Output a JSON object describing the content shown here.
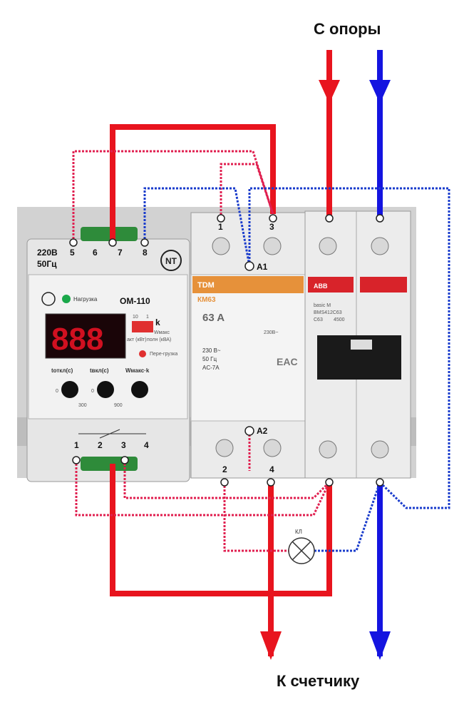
{
  "labels": {
    "top": "С опоры",
    "bottom": "К счетчику",
    "lamp": "КЛ",
    "a1": "A1",
    "a2": "A2"
  },
  "relay": {
    "model": "OM-110",
    "load_label": "Нагрузка",
    "voltage": "220В",
    "freq": "50Гц",
    "top_terminals": [
      "5",
      "6",
      "7",
      "8"
    ],
    "bottom_terminals": [
      "1",
      "2",
      "3",
      "4"
    ],
    "display": "888",
    "scale_10": "10",
    "scale_1": "1",
    "scale_k": "k",
    "w_label": "Wмакс",
    "act_label": "акт (кВт)",
    "full_label": "полн (кВА)",
    "overload_label": "Пере-грузка",
    "knob1_label": "tоткл(с)",
    "knob2_label": "tвкл(с)",
    "knob3_label": "Wмакс·k",
    "knob1_min": "0",
    "knob1_max": "300",
    "knob2_min": "0",
    "knob2_max": "900"
  },
  "contactor": {
    "brand": "TDM",
    "series": "КМ63",
    "current": "63 A",
    "rating_v": "230 В~",
    "rating_f": "50 Гц",
    "rating_ac": "AC-7A",
    "coil": "230В~",
    "top_terminals": [
      "1",
      "3"
    ],
    "bottom_terminals": [
      "2",
      "4"
    ],
    "eac": "EAC"
  },
  "breaker": {
    "brand": "ABB",
    "line1": "basic M",
    "line2": "BMS412C63",
    "line3": "C63",
    "line4": "4500"
  },
  "colors": {
    "phase": "#e8141e",
    "neutral": "#1414e0",
    "phase_dotted": "#e02050",
    "neutral_dotted": "#1a3ccc",
    "panel": "#cfcfcf",
    "device": "#ececec"
  }
}
